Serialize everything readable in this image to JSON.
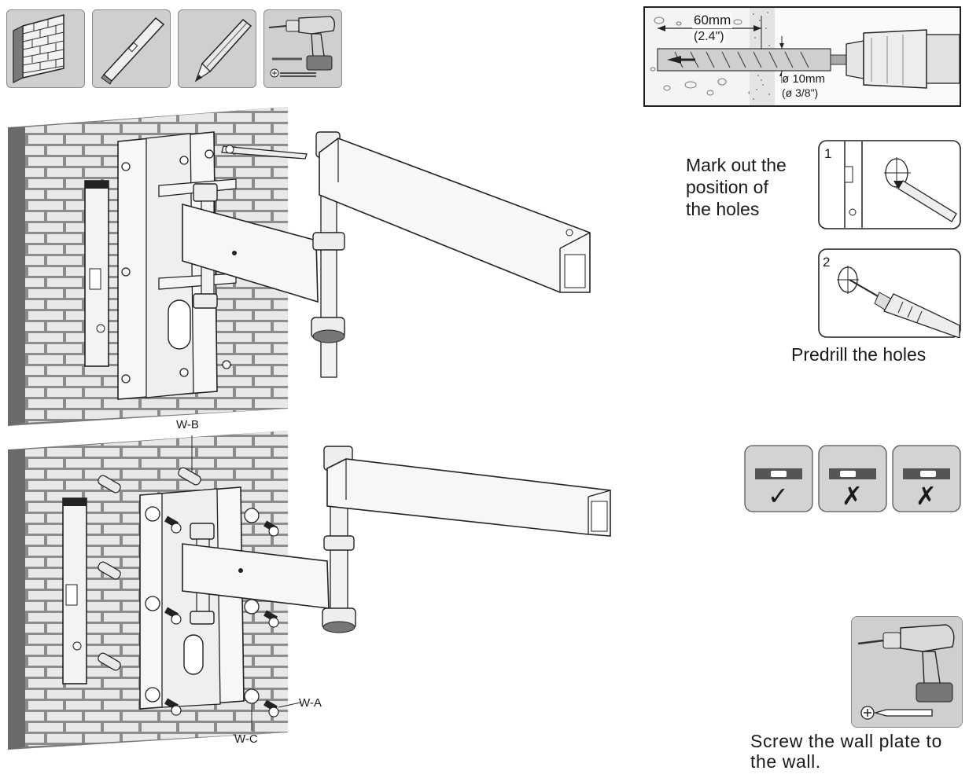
{
  "drill_detail": {
    "depth_mm": "60mm",
    "depth_in": "(2.4\")",
    "diameter_mm": "ø 10mm",
    "diameter_in": "(ø 3/8\")"
  },
  "steps": {
    "step1_number": "1",
    "step1_caption": [
      "Mark out the",
      "position of",
      "the holes"
    ],
    "step2_number": "2",
    "step2_caption": "Predrill the holes",
    "step3_caption": [
      "Screw the wall plate to",
      "the wall."
    ]
  },
  "labels": {
    "wb": "W-B",
    "wa": "W-A",
    "wc": "W-C"
  },
  "level_check": {
    "marks": [
      "✓",
      "✗",
      "✗"
    ]
  },
  "tools": {
    "icons": [
      "brick-wall-icon",
      "spirit-level-icon",
      "pencil-icon",
      "power-drill-icon"
    ]
  },
  "colors": {
    "wall_gray": "#8c8c8c",
    "brick_light": "#e8e8e8",
    "line": "#1f1f1f",
    "tile_gray": "#cfcfcf"
  }
}
